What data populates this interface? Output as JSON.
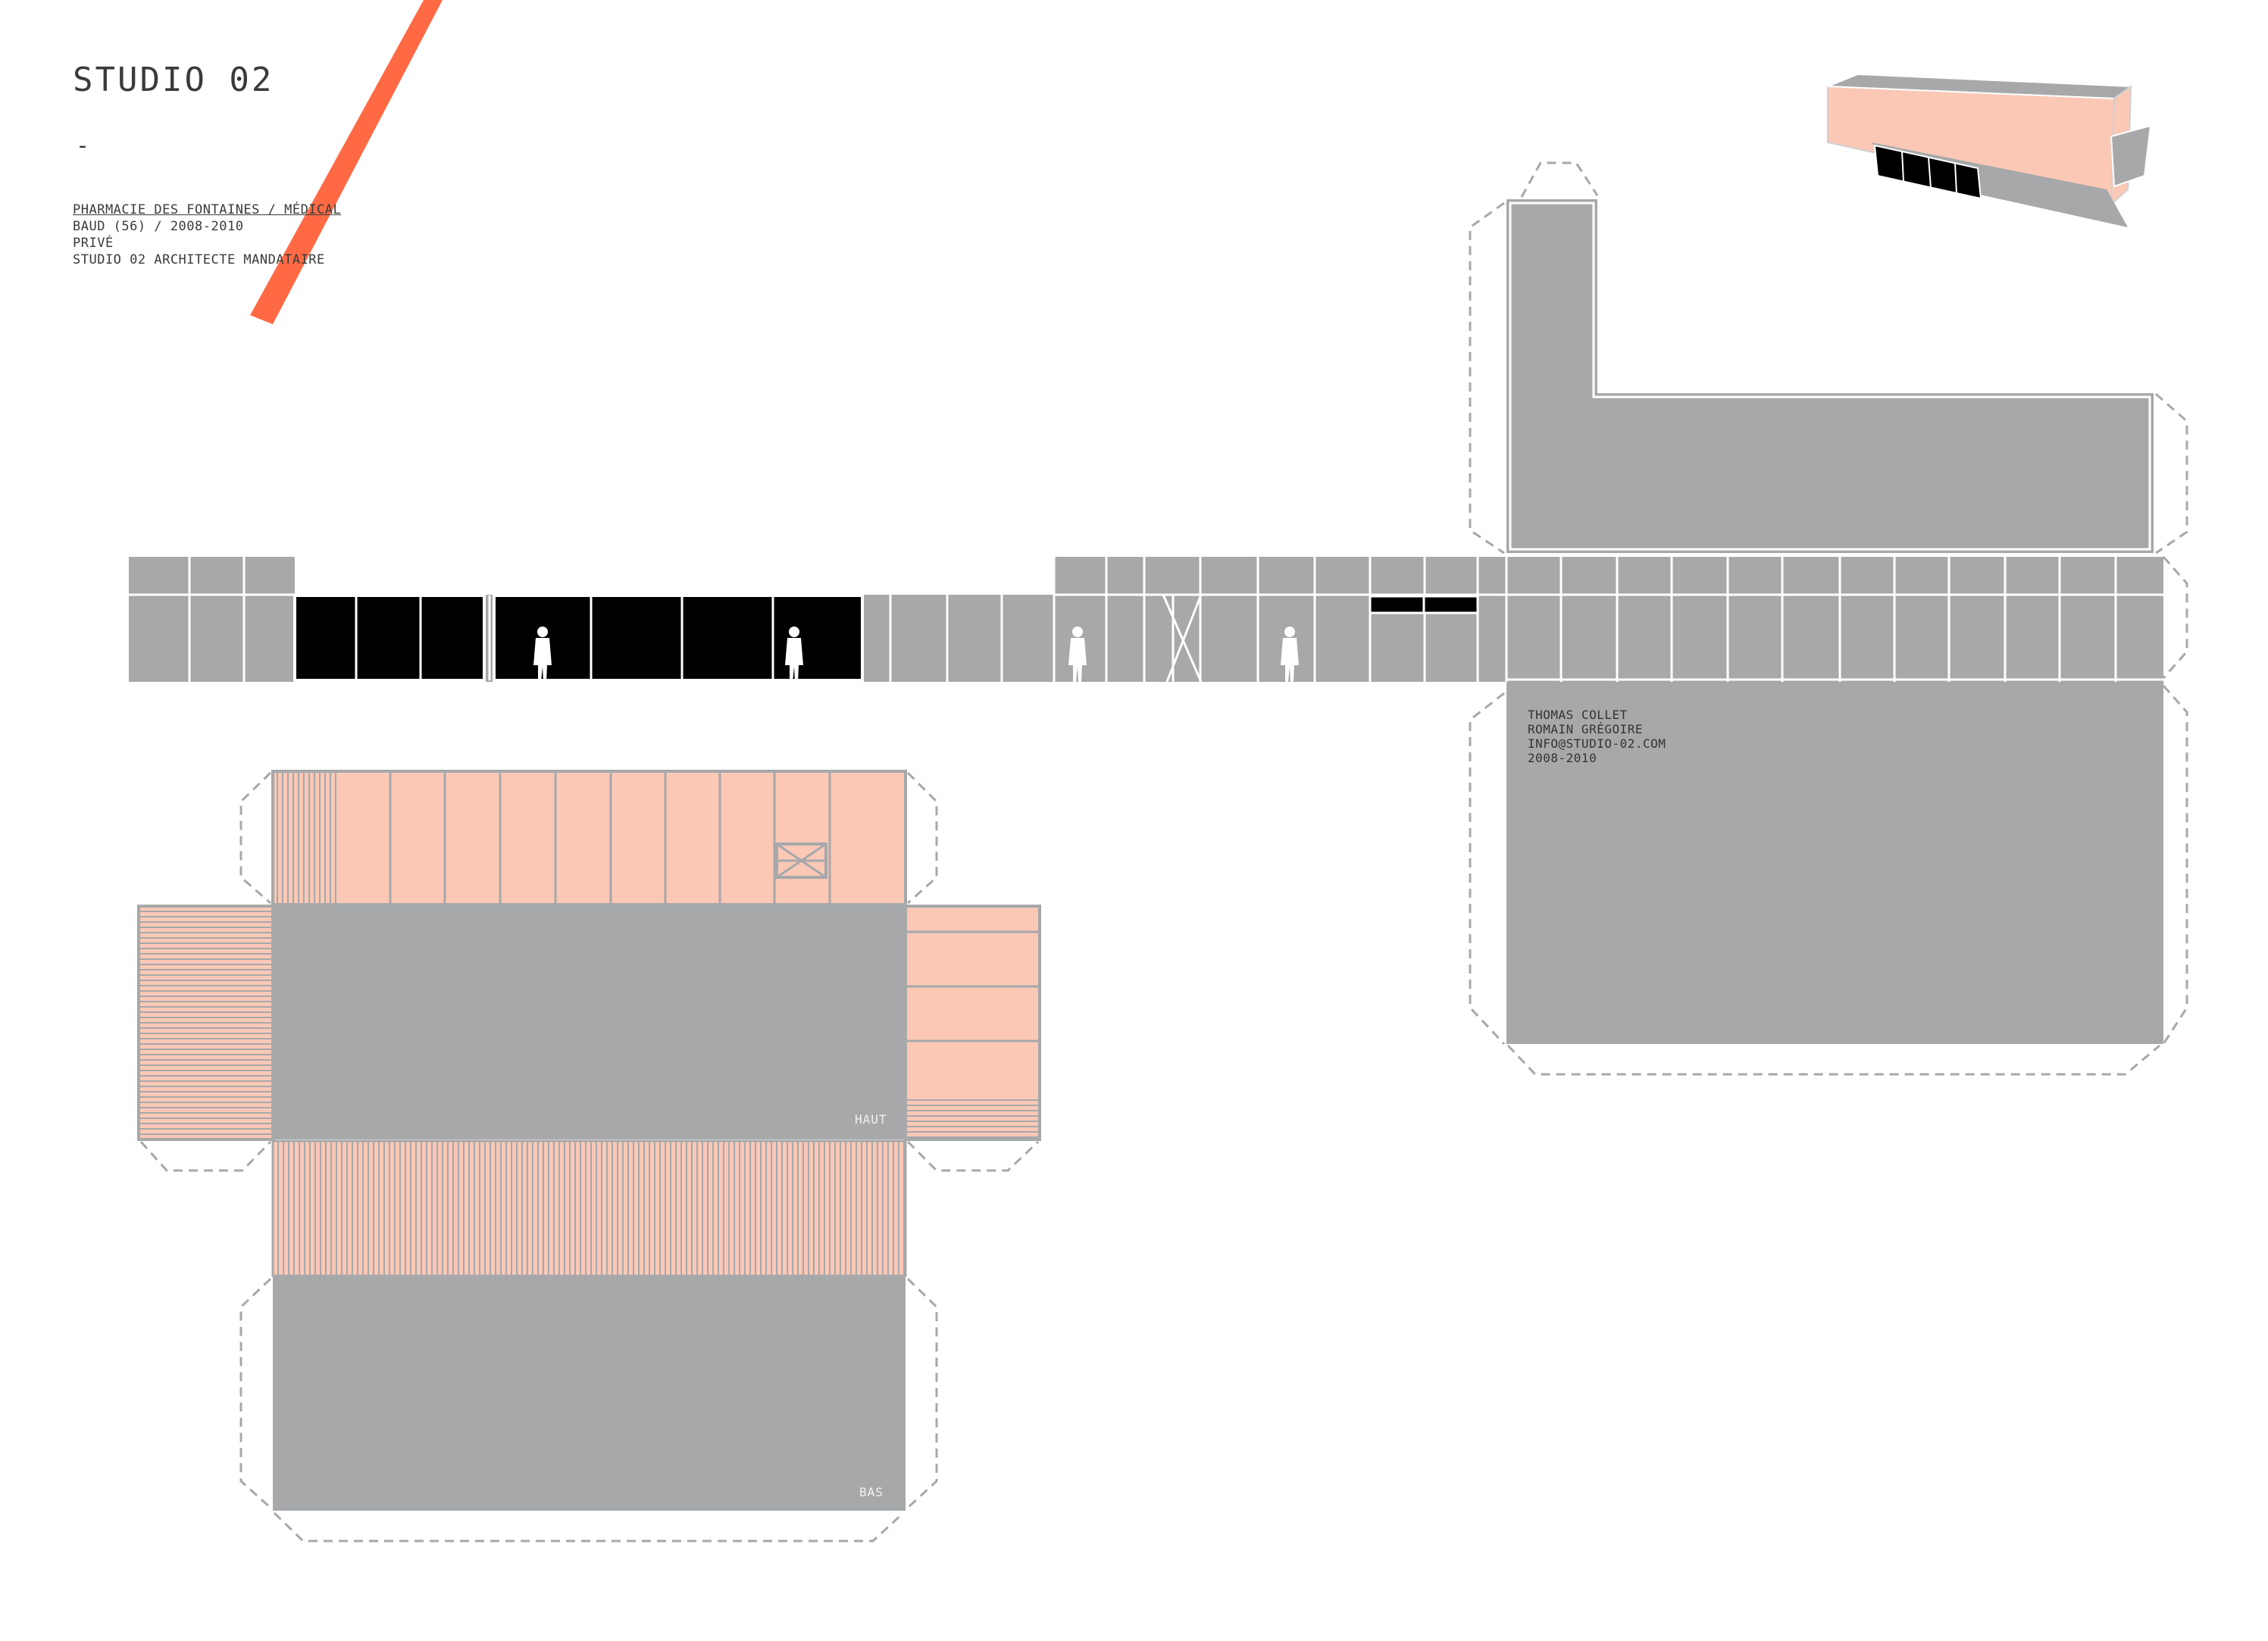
{
  "header": {
    "title": "STUDIO 02",
    "separator": "-",
    "project_lines": [
      "PHARMACIE DES FONTAINES / MÉDICAL",
      "BAUD (56) / 2008-2010",
      "PRIVÉ",
      "STUDIO 02 ARCHITECTE MANDATAIRE"
    ]
  },
  "credits": {
    "lines": [
      "THOMAS COLLET",
      "ROMAIN GRÉGOIRE",
      "INFO@STUDIO-02.COM",
      "2008-2010"
    ]
  },
  "labels": {
    "top_face": "HAUT",
    "bottom_face": "BAS"
  },
  "colors": {
    "gray": "#a6a8aa",
    "salmon": "#fbc8b6",
    "accent_orange": "#ff6a45",
    "black": "#000000",
    "line_white": "#ffffff",
    "dash_gray": "#a6a8aa"
  }
}
